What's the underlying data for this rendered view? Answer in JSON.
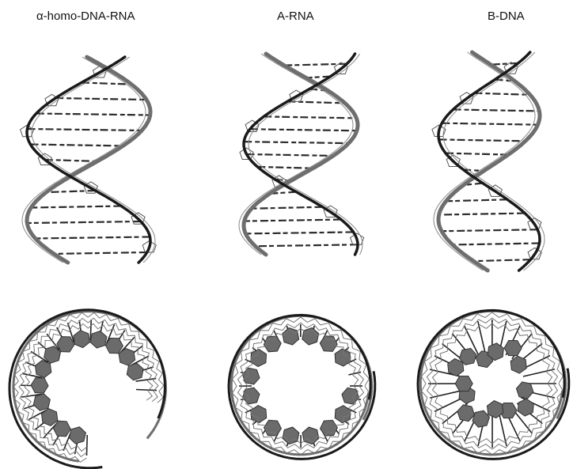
{
  "figure": {
    "panels": [
      {
        "label": "α-homo-DNA-RNA",
        "side_view": "helix-side-view",
        "top_view": "helix-top-view"
      },
      {
        "label": "A-RNA",
        "side_view": "helix-side-view",
        "top_view": "helix-top-view"
      },
      {
        "label": "B-DNA",
        "side_view": "helix-side-view",
        "top_view": "helix-top-view"
      }
    ],
    "colors": {
      "backbone_dark": "#1a1a1a",
      "backbone_gray": "#6e6e6e",
      "sugar_line": "#555555",
      "base_fill": "#6b6b6b"
    }
  }
}
